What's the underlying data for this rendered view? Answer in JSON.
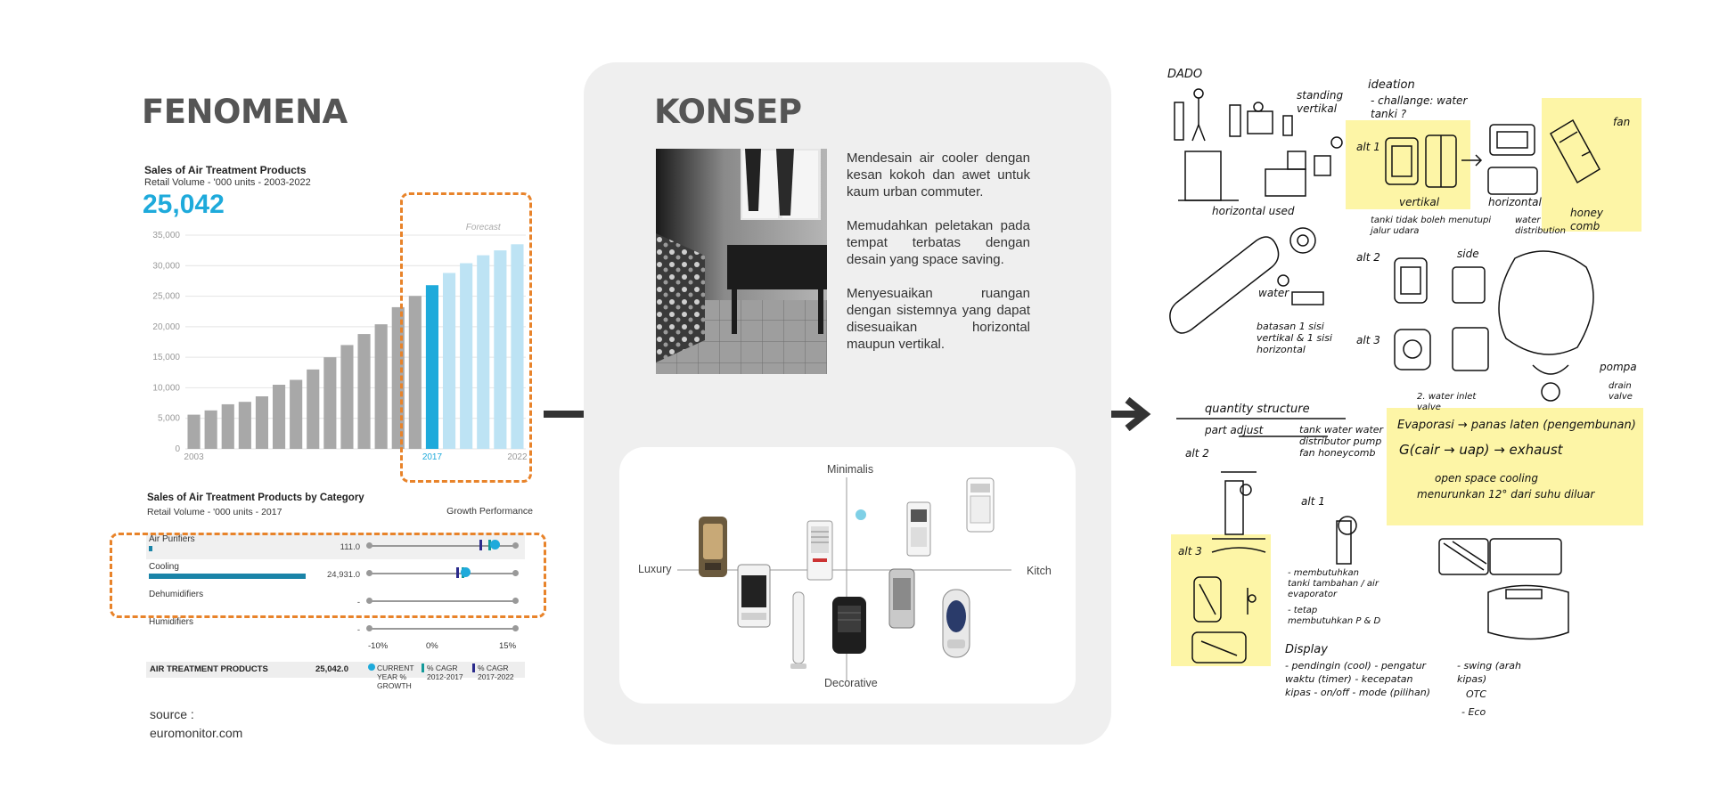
{
  "fenomena": {
    "title": "FENOMENA",
    "source_line1": "source :",
    "source_line2": "euromonitor.com"
  },
  "chart_data": [
    {
      "type": "bar",
      "title": "Sales of Air Treatment Products",
      "subtitle": "Retail Volume - '000 units - 2003-2022",
      "headline_value": "25,042",
      "annotation": "Forecast",
      "x": [
        2003,
        2004,
        2005,
        2006,
        2007,
        2008,
        2009,
        2010,
        2011,
        2012,
        2013,
        2014,
        2015,
        2016,
        2017,
        2018,
        2019,
        2020,
        2021,
        2022
      ],
      "x_tick_labels": [
        "2003",
        "2017",
        "2022"
      ],
      "values": [
        5600,
        6300,
        7300,
        7700,
        8600,
        10500,
        11300,
        13000,
        15000,
        17000,
        18800,
        20400,
        23200,
        25042,
        26800,
        28800,
        30400,
        31700,
        32500,
        33500
      ],
      "highlight_year": 2017,
      "forecast_from": 2018,
      "y_ticks": [
        "0",
        "5,000",
        "10,000",
        "15,000",
        "20,000",
        "25,000",
        "30,000",
        "35,000"
      ],
      "ylim": [
        0,
        35000
      ],
      "colors": {
        "history": "#a8a8a8",
        "current": "#1eaadb",
        "forecast": "#bde3f4"
      }
    },
    {
      "type": "table",
      "title": "Sales of Air Treatment Products by Category",
      "subtitle": "Retail Volume - '000 units - 2017",
      "right_header": "Growth Performance",
      "rows": [
        {
          "label": "Air Purifiers",
          "value": "111.0",
          "num": 111.0,
          "cur": 0.86,
          "cagr_a": 0.82,
          "cagr_b": 0.76
        },
        {
          "label": "Cooling",
          "value": "24,931.0",
          "num": 24931.0,
          "cur": 0.66,
          "cagr_a": 0.64,
          "cagr_b": 0.6
        },
        {
          "label": "Dehumidifiers",
          "value": "-",
          "num": 0
        },
        {
          "label": "Humidifiers",
          "value": "-",
          "num": 0
        }
      ],
      "axis_labels": [
        "-10%",
        "0%",
        "15%"
      ],
      "total_label": "AIR TREATMENT PRODUCTS",
      "total_value": "25,042.0",
      "legend": [
        {
          "text": "CURRENT YEAR % GROWTH",
          "color": "#1eaadb"
        },
        {
          "text": "% CAGR 2012-2017",
          "color": "#139a9a"
        },
        {
          "text": "% CAGR 2017-2022",
          "color": "#2b2b8c"
        }
      ]
    }
  ],
  "konsep": {
    "title": "KONSEP",
    "paragraphs": [
      "Mendesain air cooler dengan kesan kokoh dan awet untuk kaum urban commuter.",
      "Memudahkan peletakan pada tempat terbatas dengan desain yang space saving.",
      "Menyesuaikan ruangan dengan sistemnya yang dapat disesuaikan horizontal maupun vertikal."
    ],
    "map": {
      "top": "Minimalis",
      "bottom": "Decorative",
      "left": "Luxury",
      "right": "Kitch",
      "marker_color": "#7fd0e6"
    }
  },
  "sketch": {
    "notes": {
      "dado": "DADO",
      "standing": "standing vertikal",
      "ideation": "ideation",
      "challenge": "- challange: water tanki ?",
      "alt1": "alt 1",
      "vertikal": "vertikal",
      "horizontal": "horizontal",
      "horizontal_used": "horizontal used",
      "fan": "fan",
      "honeycomb": "honey comb",
      "tanki": "tanki tidak boleh menutupi jalur udara",
      "water_distribution": "water distribution",
      "alt2": "alt 2",
      "side": "side",
      "water": "water",
      "alt3": "alt 3",
      "batasan": "batasan 1 sisi vertikal & 1 sisi horizontal",
      "water_inlet": "2. water inlet valve",
      "pompa": "pompa",
      "drain": "drain valve",
      "quantity": "quantity structure",
      "part_adjust": "part adjust",
      "components": "tank water water distributor pump fan honeycomb",
      "evaporasi": "Evaporasi → panas laten (pengembunan)",
      "formula": "G(cair → uap) → exhaust",
      "openspace": "open space cooling",
      "menurunkan": "menurunkan 12° dari suhu diluar",
      "alt2b": "alt 2",
      "alt1b": "alt 1",
      "alt3b": "alt 3",
      "membutuhkan": "- membutuhkan tanki tambahan / air evaporator",
      "tetap": "- tetap membutuhkan P & D",
      "display": "Display",
      "display_items": "- pendingin (cool)  - pengatur waktu (timer)  - kecepatan kipas  - on/off  - mode (pilihan)",
      "swing": "- swing (arah kipas)",
      "otc": "OTC",
      "eco": "- Eco"
    }
  }
}
